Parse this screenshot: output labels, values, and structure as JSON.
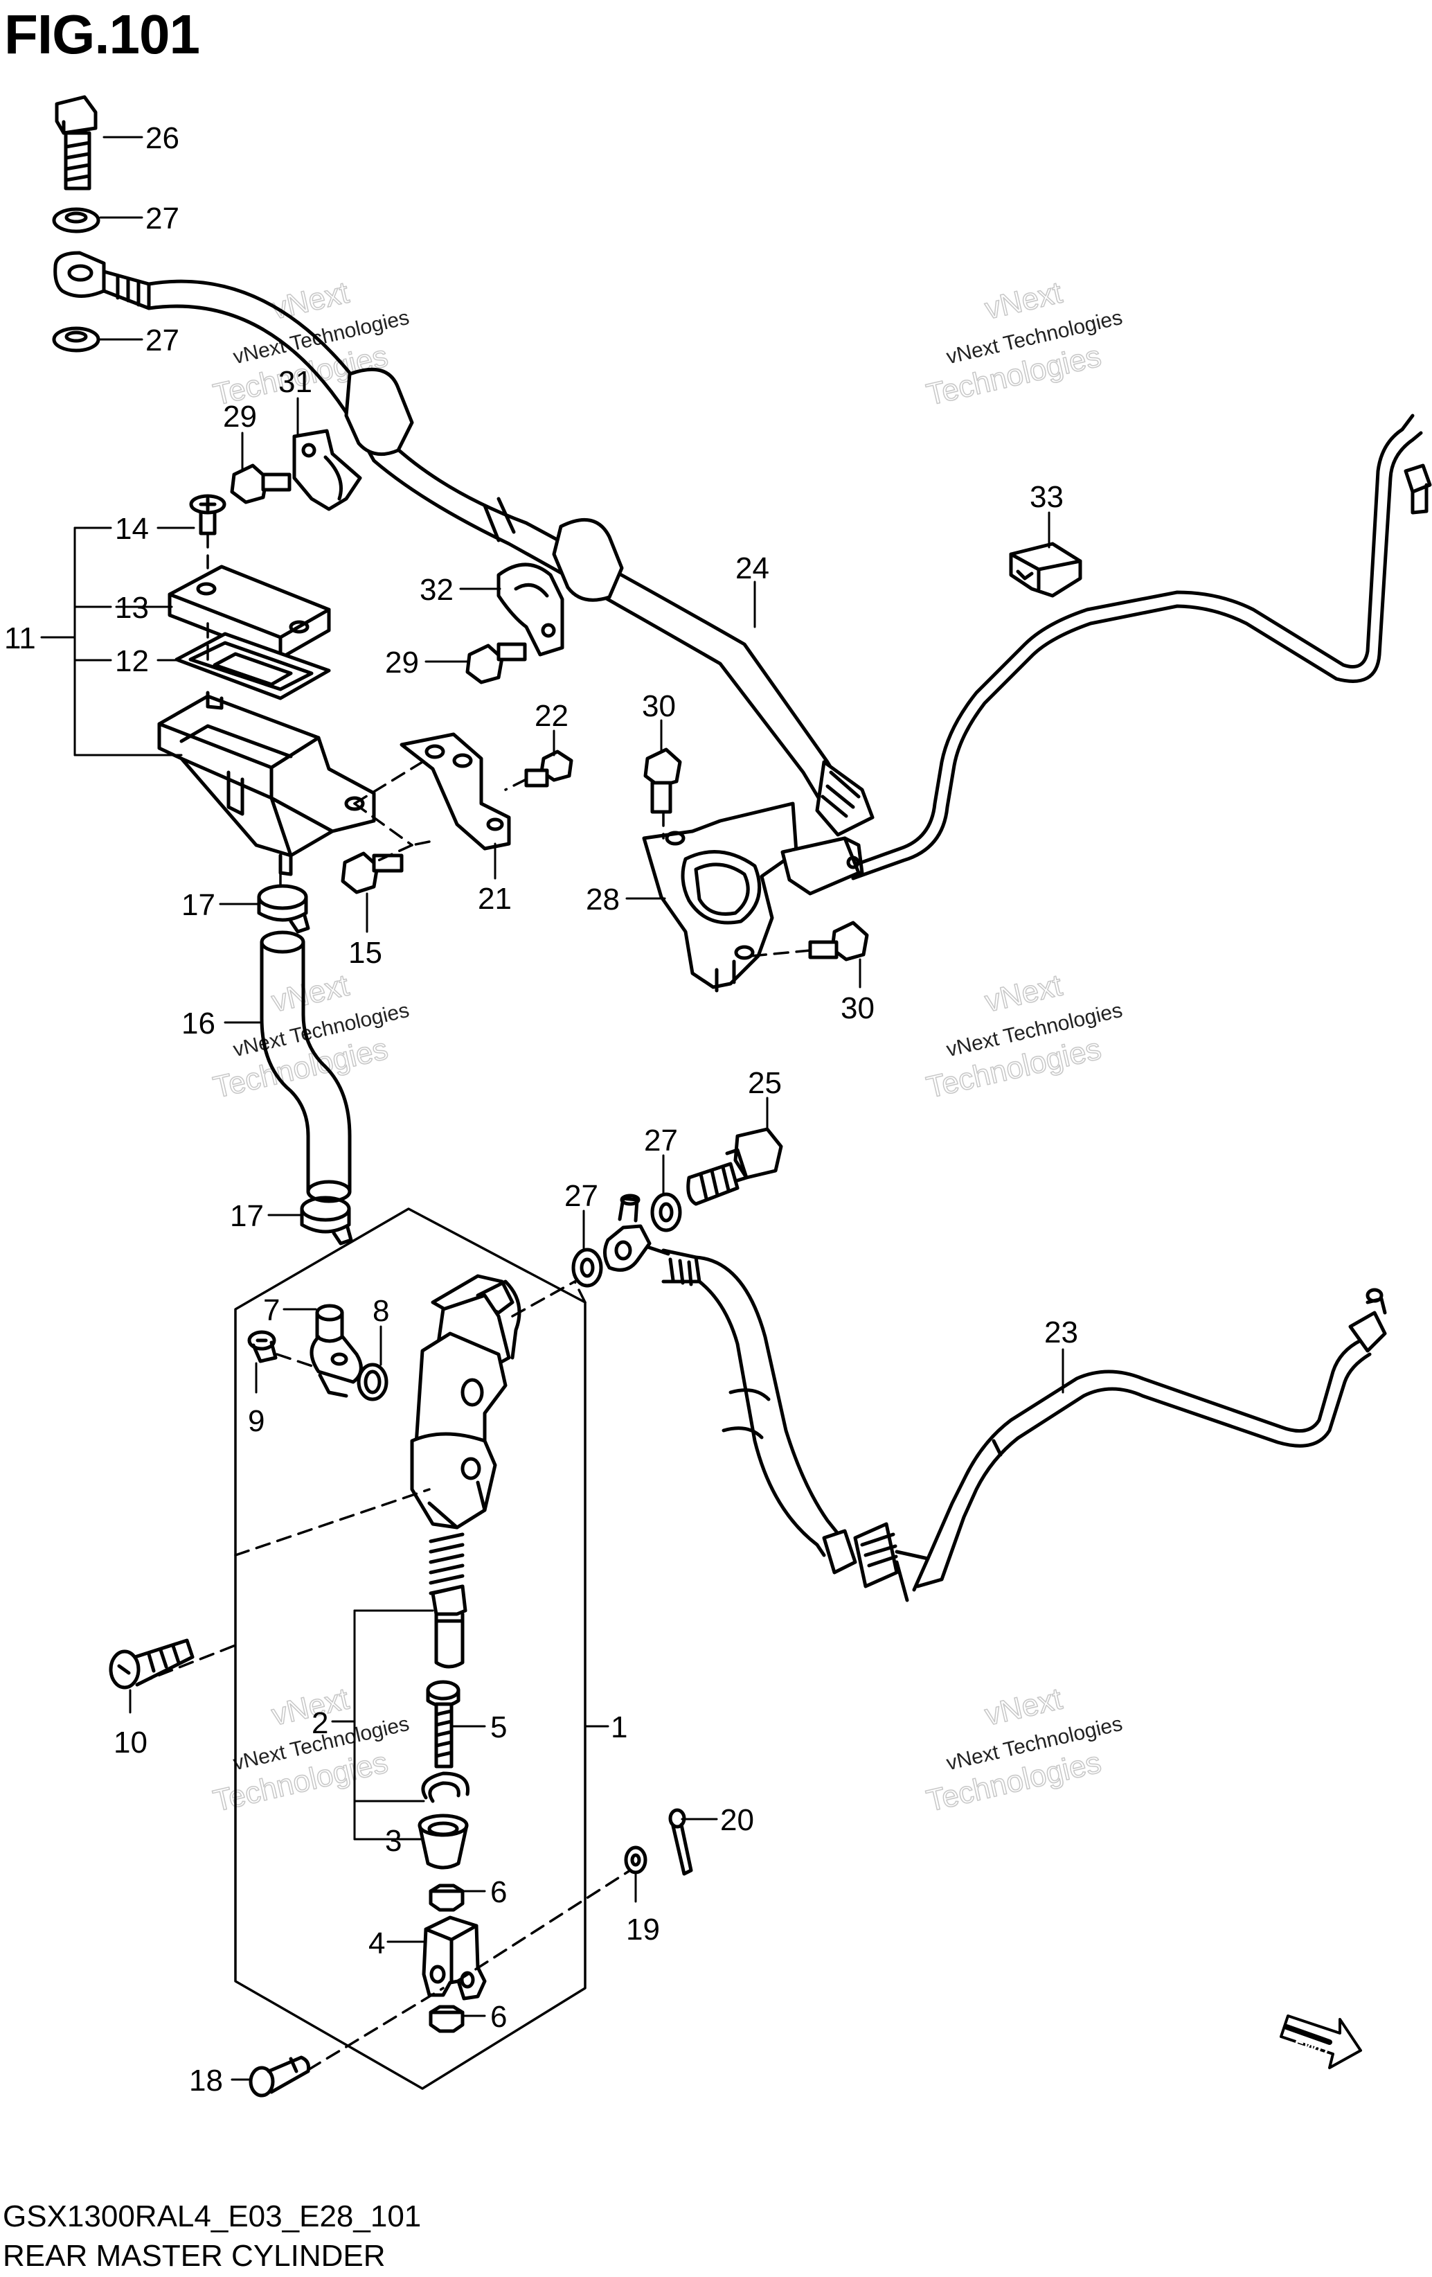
{
  "figure": {
    "title": "FIG.101",
    "model_code": "GSX1300RAL4_E03_E28_101",
    "part_name": "REAR MASTER CYLINDER",
    "fwd_label": "FWD"
  },
  "watermark": {
    "line1": "vNext",
    "line2": "vNext Technologies",
    "line3": "Technologies"
  },
  "callouts": [
    {
      "id": "c26",
      "label": "26"
    },
    {
      "id": "c27a",
      "label": "27"
    },
    {
      "id": "c27b",
      "label": "27"
    },
    {
      "id": "c31",
      "label": "31"
    },
    {
      "id": "c29a",
      "label": "29"
    },
    {
      "id": "c14",
      "label": "14"
    },
    {
      "id": "c13",
      "label": "13"
    },
    {
      "id": "c11",
      "label": "11"
    },
    {
      "id": "c12",
      "label": "12"
    },
    {
      "id": "c32",
      "label": "32"
    },
    {
      "id": "c29b",
      "label": "29"
    },
    {
      "id": "c24",
      "label": "24"
    },
    {
      "id": "c33",
      "label": "33"
    },
    {
      "id": "c30a",
      "label": "30"
    },
    {
      "id": "c22",
      "label": "22"
    },
    {
      "id": "c21",
      "label": "21"
    },
    {
      "id": "c28",
      "label": "28"
    },
    {
      "id": "c30b",
      "label": "30"
    },
    {
      "id": "c17a",
      "label": "17"
    },
    {
      "id": "c15",
      "label": "15"
    },
    {
      "id": "c16",
      "label": "16"
    },
    {
      "id": "c25",
      "label": "25"
    },
    {
      "id": "c27c",
      "label": "27"
    },
    {
      "id": "c27d",
      "label": "27"
    },
    {
      "id": "c17b",
      "label": "17"
    },
    {
      "id": "c7",
      "label": "7"
    },
    {
      "id": "c8",
      "label": "8"
    },
    {
      "id": "c9",
      "label": "9"
    },
    {
      "id": "c23",
      "label": "23"
    },
    {
      "id": "c10",
      "label": "10"
    },
    {
      "id": "c2",
      "label": "2"
    },
    {
      "id": "c5",
      "label": "5"
    },
    {
      "id": "c1",
      "label": "1"
    },
    {
      "id": "c3",
      "label": "3"
    },
    {
      "id": "c6a",
      "label": "6"
    },
    {
      "id": "c20",
      "label": "20"
    },
    {
      "id": "c19",
      "label": "19"
    },
    {
      "id": "c4",
      "label": "4"
    },
    {
      "id": "c6b",
      "label": "6"
    },
    {
      "id": "c18",
      "label": "18"
    }
  ]
}
